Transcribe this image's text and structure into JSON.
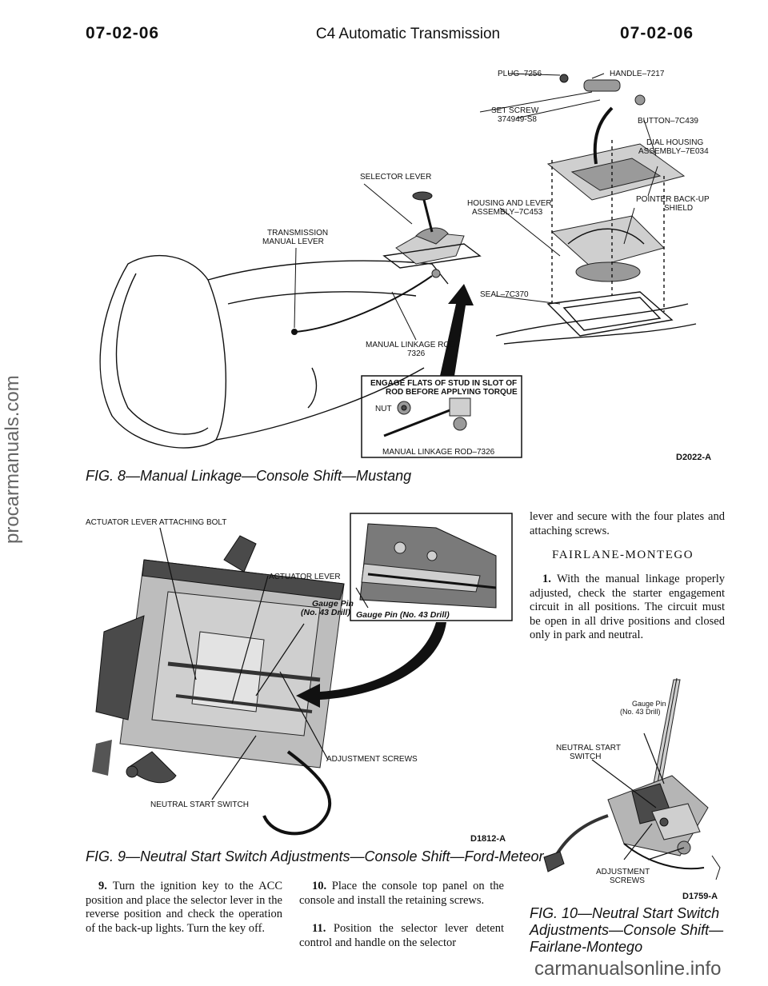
{
  "header": {
    "page_left": "07-02-06",
    "title": "C4 Automatic Transmission",
    "page_right": "07-02-06"
  },
  "fig8": {
    "caption": "FIG. 8—Manual Linkage—Console Shift—Mustang",
    "code": "D2022-A",
    "labels": {
      "plug": "PLUG–7256",
      "handle": "HANDLE–7217",
      "set_screw_1": "SET SCREW",
      "set_screw_2": "374949-S8",
      "button": "BUTTON–7C439",
      "dial_housing_1": "DIAL HOUSING",
      "dial_housing_2": "ASSEMBLY–7E034",
      "selector_lever": "SELECTOR LEVER",
      "housing_lever_1": "HOUSING AND LEVER",
      "housing_lever_2": "ASSEMBLY–7C453",
      "pointer_1": "POINTER BACK-UP",
      "pointer_2": "SHIELD",
      "trans_manual_1": "TRANSMISSION",
      "trans_manual_2": "MANUAL LEVER",
      "seal": "SEAL–7C370",
      "linkage_rod_1": "MANUAL LINKAGE ROD",
      "linkage_rod_2": "7326",
      "inset_title_1": "ENGAGE FLATS OF STUD IN SLOT OF",
      "inset_title_2": "ROD BEFORE APPLYING TORQUE",
      "nut": "NUT",
      "inset_rod": "MANUAL LINKAGE ROD–7326"
    }
  },
  "fig9": {
    "caption": "FIG. 9—Neutral Start Switch Adjustments—Console Shift—Ford-Meteor",
    "code": "D1812-A",
    "labels": {
      "actuator_bolt": "ACTUATOR LEVER ATTACHING BOLT",
      "actuator_lever": "ACTUATOR LEVER",
      "gauge_pin_1": "Gauge Pin",
      "gauge_pin_2": "(No. 43 Drill)",
      "inset_gauge": "Gauge Pin (No. 43 Drill)",
      "adjustment_screws": "ADJUSTMENT SCREWS",
      "neutral_start": "NEUTRAL START SWITCH"
    }
  },
  "fig10": {
    "caption_1": "FIG. 10—Neutral Start Switch",
    "caption_2": "Adjustments—Console Shift—",
    "caption_3": "Fairlane-Montego",
    "code": "D1759-A",
    "labels": {
      "gauge_pin_1": "Gauge Pin",
      "gauge_pin_2": "(No. 43 Drill)",
      "neutral_start_1": "NEUTRAL START",
      "neutral_start_2": "SWITCH",
      "adjustment_1": "ADJUSTMENT",
      "adjustment_2": "SCREWS"
    }
  },
  "text": {
    "right_para": "lever and secure with the four plates and attaching screws.",
    "section": "FAIRLANE-MONTEGO",
    "step1_num": "1.",
    "step1": "With the manual linkage properly adjusted, check the starter engagement circuit in all positions. The circuit must be open in all drive positions and closed only in park and neutral.",
    "step9_num": "9.",
    "step9": "Turn the ignition key to the ACC position and place the selector lever in the reverse position and check the operation of the back-up lights. Turn the key off.",
    "step10_num": "10.",
    "step10": "Place the console top panel on the console and install the retaining screws.",
    "step11_num": "11.",
    "step11": "Position the selector lever detent control and handle on the selector"
  },
  "watermarks": {
    "side": "procarmanuals.com",
    "bottom": "carmanualsonline.info"
  }
}
